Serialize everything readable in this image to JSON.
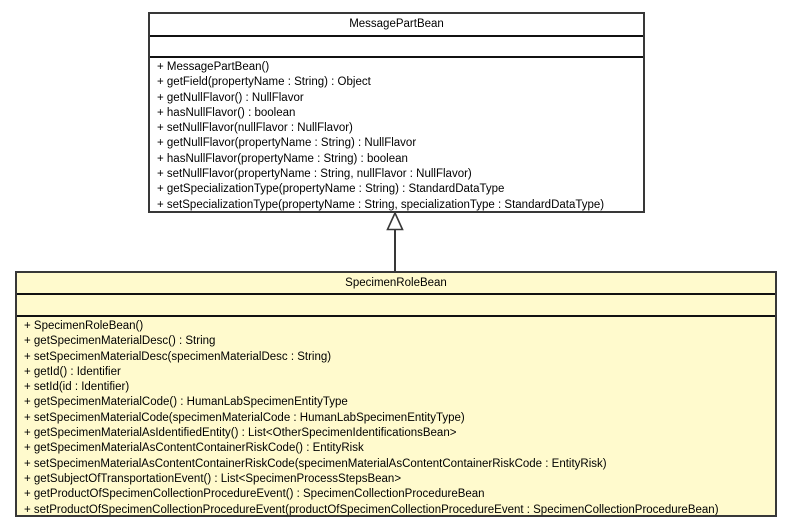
{
  "diagram": {
    "type": "uml-class-diagram",
    "relationship": {
      "type": "generalization",
      "from": "SpecimenRoleBean",
      "to": "MessagePartBean"
    },
    "colors": {
      "superclass_fill": "#ffffff",
      "subclass_fill": "#fffacd",
      "border": "#383838",
      "text": "#000000"
    },
    "superclass": {
      "name": "MessagePartBean",
      "attributes": [],
      "methods": [
        "+ MessagePartBean()",
        "+ getField(propertyName : String) : Object",
        "+ getNullFlavor() : NullFlavor",
        "+ hasNullFlavor() : boolean",
        "+ setNullFlavor(nullFlavor : NullFlavor)",
        "+ getNullFlavor(propertyName : String) : NullFlavor",
        "+ hasNullFlavor(propertyName : String) : boolean",
        "+ setNullFlavor(propertyName : String, nullFlavor : NullFlavor)",
        "+ getSpecializationType(propertyName : String) : StandardDataType",
        "+ setSpecializationType(propertyName : String, specializationType : StandardDataType)"
      ]
    },
    "subclass": {
      "name": "SpecimenRoleBean",
      "attributes": [],
      "methods": [
        "+ SpecimenRoleBean()",
        "+ getSpecimenMaterialDesc() : String",
        "+ setSpecimenMaterialDesc(specimenMaterialDesc : String)",
        "+ getId() : Identifier",
        "+ setId(id : Identifier)",
        "+ getSpecimenMaterialCode() : HumanLabSpecimenEntityType",
        "+ setSpecimenMaterialCode(specimenMaterialCode : HumanLabSpecimenEntityType)",
        "+ getSpecimenMaterialAsIdentifiedEntity() : List<OtherSpecimenIdentificationsBean>",
        "+ getSpecimenMaterialAsContentContainerRiskCode() : EntityRisk",
        "+ setSpecimenMaterialAsContentContainerRiskCode(specimenMaterialAsContentContainerRiskCode : EntityRisk)",
        "+ getSubjectOfTransportationEvent() : List<SpecimenProcessStepsBean>",
        "+ getProductOfSpecimenCollectionProcedureEvent() : SpecimenCollectionProcedureBean",
        "+ setProductOfSpecimenCollectionProcedureEvent(productOfSpecimenCollectionProcedureEvent : SpecimenCollectionProcedureBean)"
      ]
    }
  }
}
